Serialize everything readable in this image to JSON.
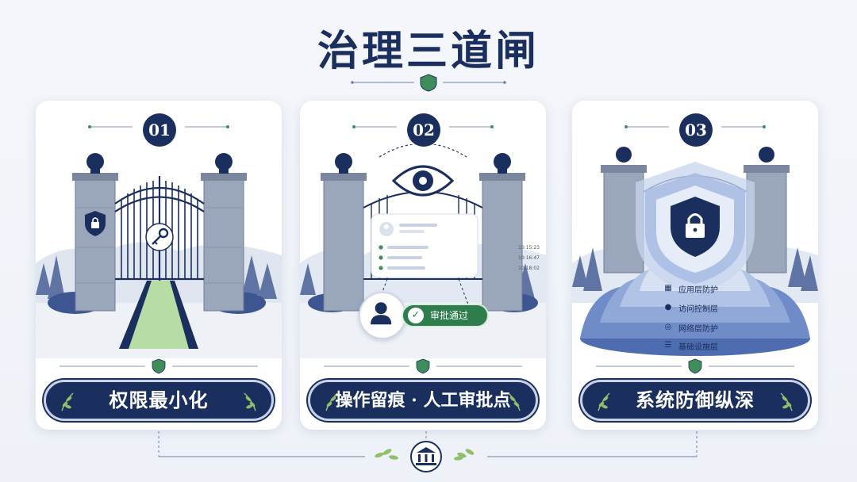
{
  "title": "治理三道闸",
  "cards": [
    {
      "number": "01",
      "label": "权限最小化",
      "icons": [
        "shield-lock-icon",
        "key-icon"
      ]
    },
    {
      "number": "02",
      "label": "操作留痕 · 人工审批点",
      "timestamps": [
        "10:15:23",
        "10:16:47",
        "10:18:02"
      ],
      "approval_label": "审批通过",
      "icons": [
        "eye-icon",
        "user-icon",
        "check-icon"
      ]
    },
    {
      "number": "03",
      "label": "系统防御纵深",
      "layers": [
        "应用层防护",
        "访问控制层",
        "网络层防护",
        "基础设施层"
      ],
      "icons": [
        "shield-lock-icon",
        "grid-icon",
        "user-icon",
        "globe-icon",
        "server-icon"
      ]
    }
  ],
  "colors": {
    "navy": "#1b2f5e",
    "green": "#2e7d4c",
    "stone": "#9aa6ba",
    "path_green": "#b8dca6"
  },
  "footer_icon": "bank-icon"
}
